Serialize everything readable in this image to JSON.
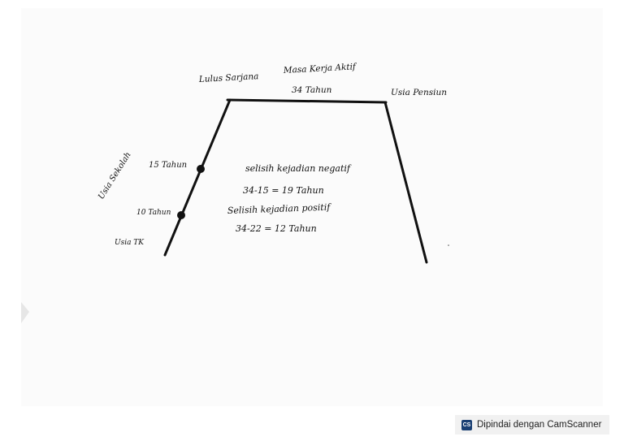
{
  "diagram": {
    "labels": {
      "lulus_sarjana": "Lulus Sarjana",
      "masa_kerja_aktif": "Masa Kerja Aktif",
      "masa_kerja_years": "34 Tahun",
      "usia_pensiun": "Usia Pensiun",
      "usia_sekolah": "Usia Sekolah",
      "age_15": "15 Tahun",
      "age_10": "10 Tahun",
      "usia_tk": "Usia TK"
    },
    "notes": {
      "line1": "selisih kejadian negatif",
      "line2": "34-15 = 19 Tahun",
      "line3": "Selisih kejadian positif",
      "line4": "34-22 = 12 Tahun"
    }
  },
  "watermark": {
    "logo": "CS",
    "text": "Dipindai dengan CamScanner"
  }
}
